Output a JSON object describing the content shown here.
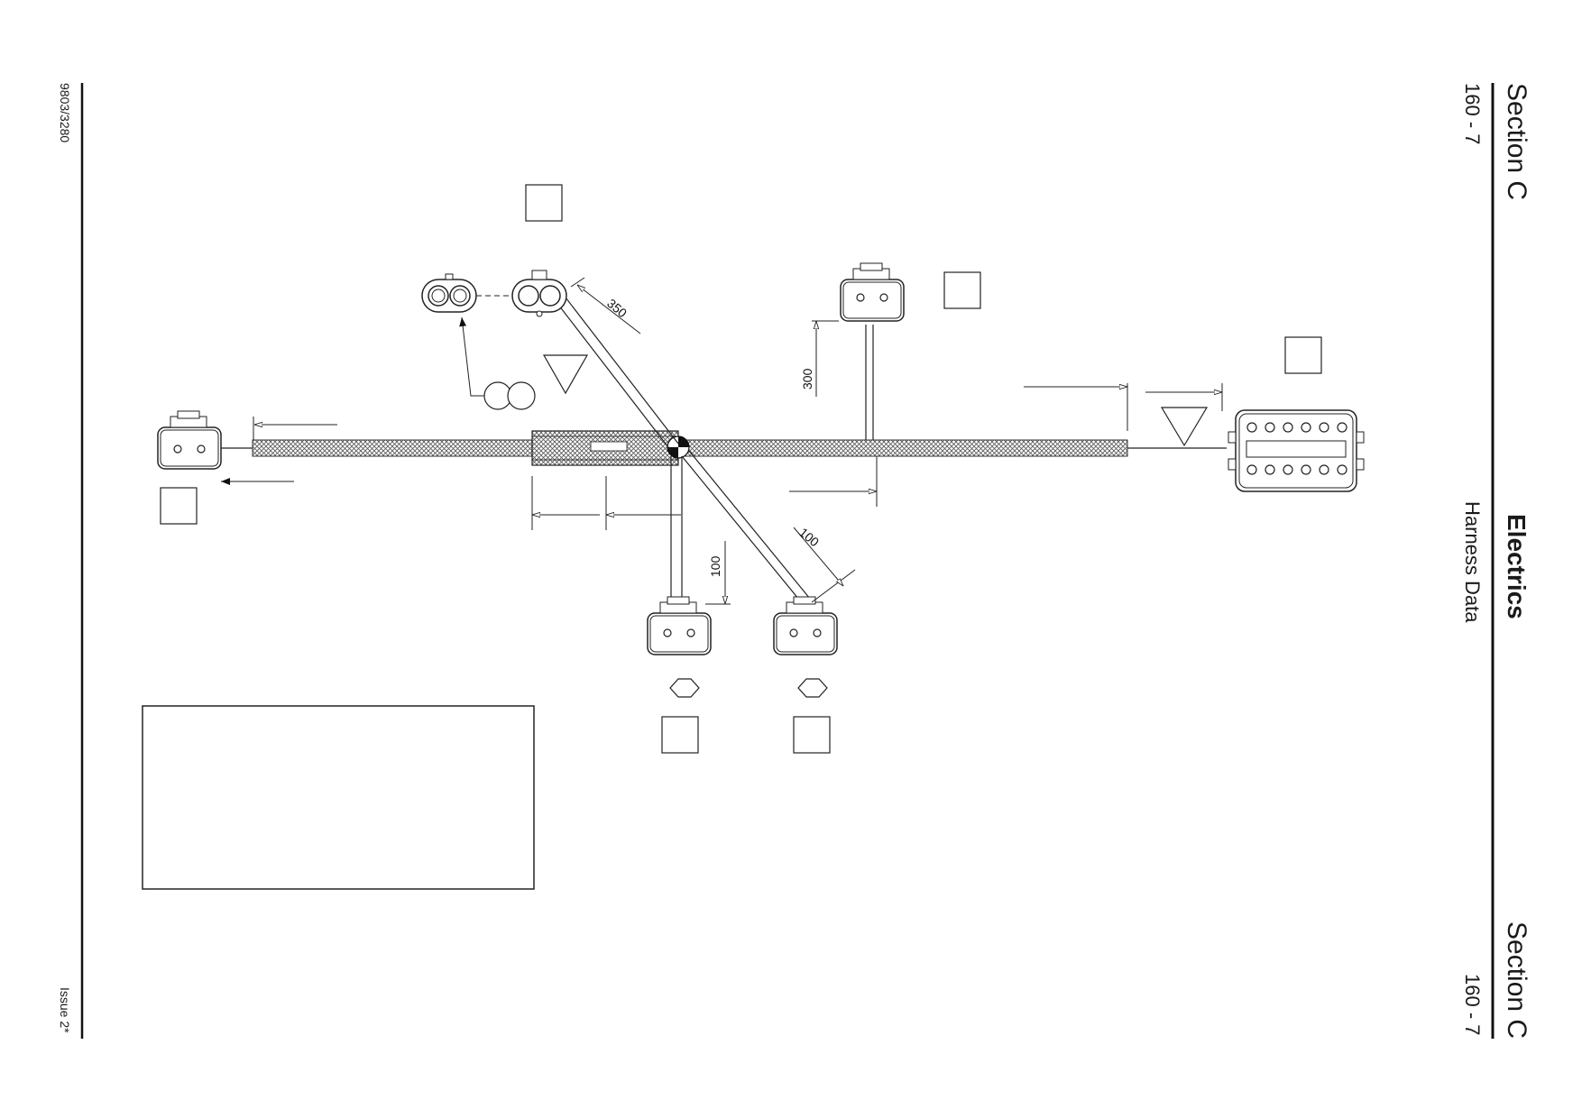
{
  "header": {
    "section_left": "Section C",
    "page_left": "160 - 7",
    "title": "Electrics",
    "subtitle": "Harness Data",
    "section_right": "Section C",
    "page_right": "160 - 7"
  },
  "footer": {
    "doc_number": "9803/3280",
    "issue": "Issue 2*"
  },
  "dimensions": {
    "branch_top_left": "350",
    "branch_upper_mid": "300",
    "branch_lower_vertical": "100",
    "branch_lower_diagonal": "100"
  },
  "colors": {
    "line": "#222222",
    "sleeve": "#555555",
    "background": "#ffffff"
  }
}
